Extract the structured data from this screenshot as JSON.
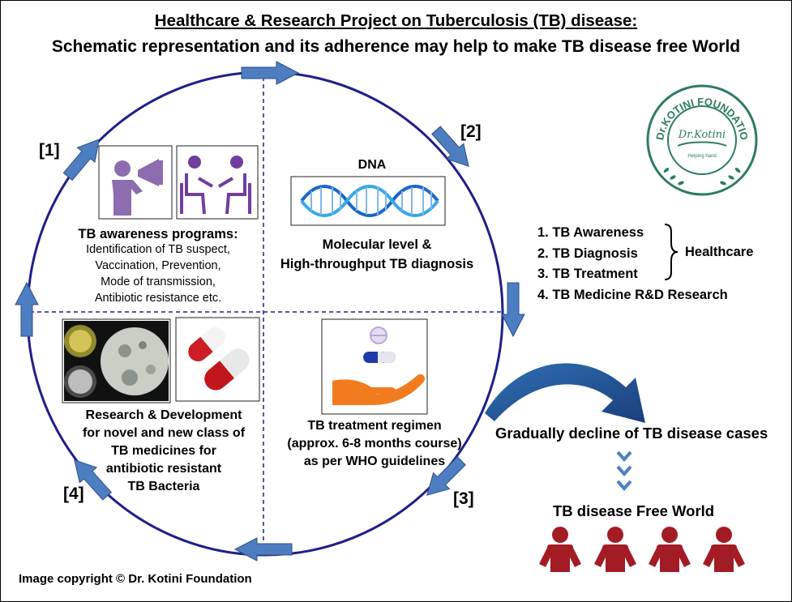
{
  "title": {
    "line1": "Healthcare & Research Project on Tuberculosis (TB) disease:",
    "line2": "Schematic representation and its adherence may help to make TB disease free World"
  },
  "steps": {
    "s1": "[1]",
    "s2": "[2]",
    "s3": "[3]",
    "s4": "[4]"
  },
  "quadrant1": {
    "heading": "TB awareness  programs:",
    "lines": [
      "Identification of TB suspect,",
      "Vaccination, Prevention,",
      "Mode of transmission,",
      "Antibiotic resistance etc."
    ]
  },
  "quadrant2": {
    "dna_label": "DNA",
    "lines": [
      "Molecular  level &",
      "High-throughput  TB diagnosis"
    ]
  },
  "quadrant3": {
    "lines": [
      "TB treatment regimen",
      "(approx. 6-8 months course)",
      "as per WHO guidelines"
    ]
  },
  "quadrant4": {
    "lines": [
      "Research & Development",
      "for novel and new class of",
      "TB medicines for",
      "antibiotic resistant",
      "TB Bacteria"
    ]
  },
  "legend": {
    "items": [
      "1. TB Awareness",
      "2. TB Diagnosis",
      "3. TB Treatment",
      "4. TB Medicine R&D Research"
    ],
    "bracket_label": "Healthcare"
  },
  "logo": {
    "ring_text": "Dr.KOTINI FOUNDATION",
    "center_text": "Dr.Kotini",
    "tagline": "Helping hand"
  },
  "outcome": {
    "decline": "Gradually decline of TB disease cases",
    "free_world": "TB disease Free World"
  },
  "copyright": "Image copyright © Dr. Kotini Foundation",
  "colors": {
    "circle": "#1f1f8a",
    "arrow": "#4d7ec2",
    "person_purple": "#8b6db0",
    "people_red": "#a31c25",
    "hand_orange": "#f27a1f"
  }
}
